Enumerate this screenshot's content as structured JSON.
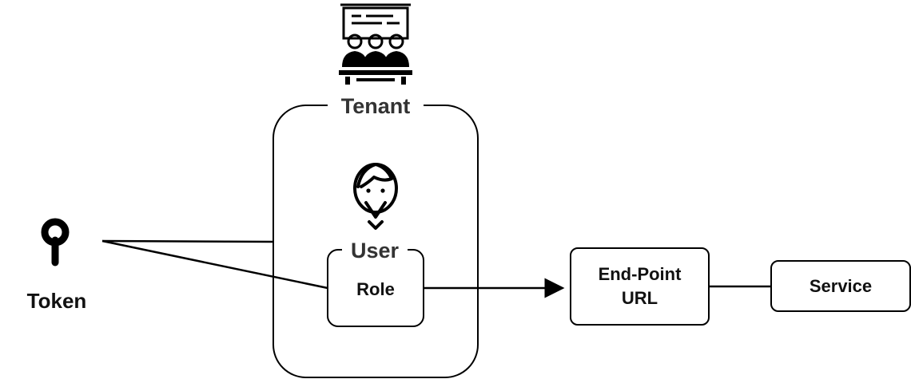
{
  "token": {
    "label": "Token",
    "icon": "key-icon"
  },
  "tenant": {
    "label": "Tenant",
    "icon": "people-group-icon"
  },
  "user": {
    "label": "User",
    "icon": "person-icon"
  },
  "role": {
    "label": "Role"
  },
  "endpoint": {
    "line1": "End-Point",
    "line2": "URL"
  },
  "service": {
    "label": "Service"
  }
}
